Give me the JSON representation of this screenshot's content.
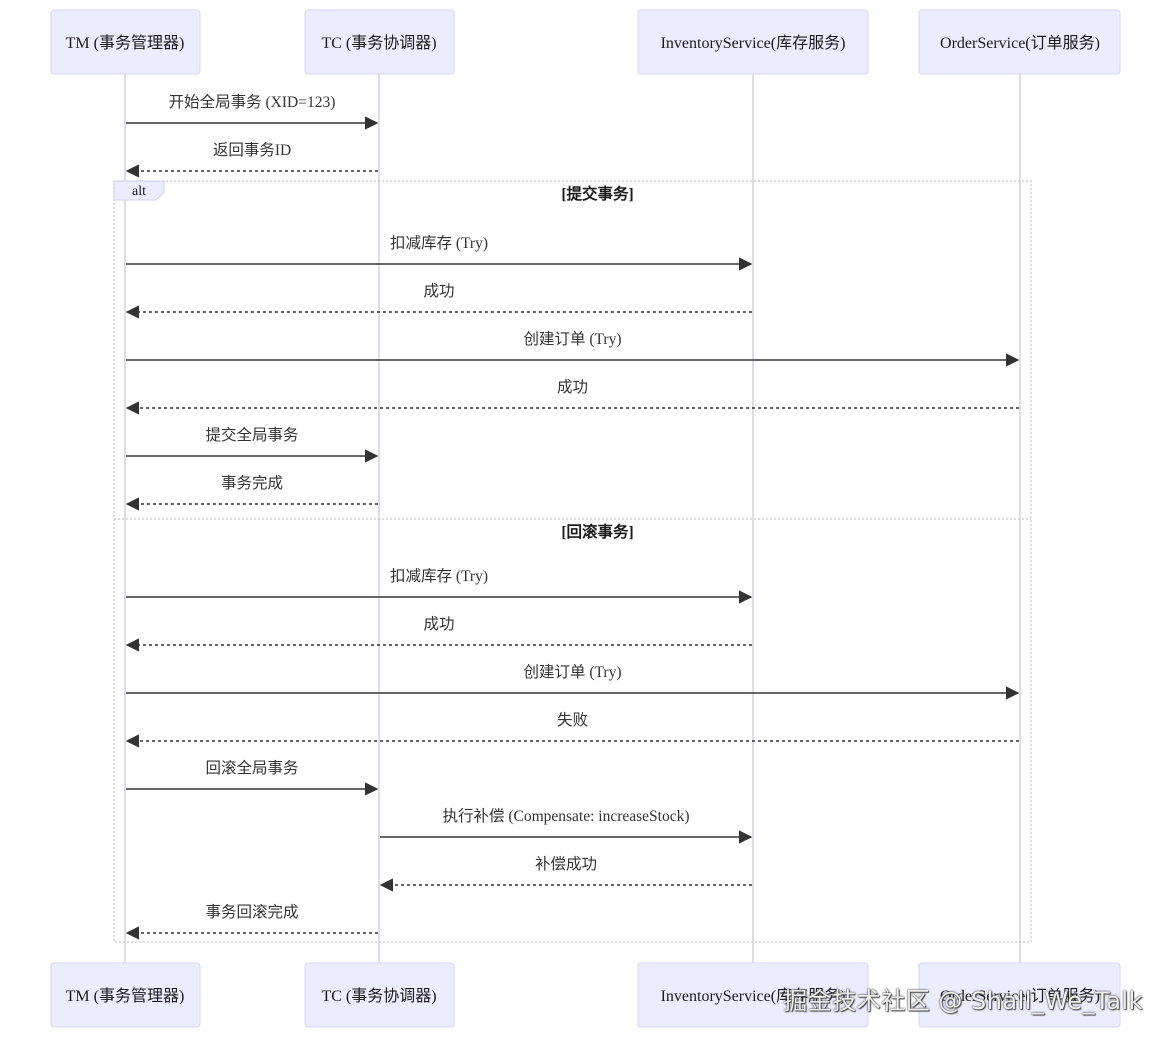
{
  "actors": [
    {
      "id": "tm",
      "label": "TM (事务管理器)"
    },
    {
      "id": "tc",
      "label": "TC (事务协调器)"
    },
    {
      "id": "inv",
      "label": "InventoryService(库存服务)"
    },
    {
      "id": "ord",
      "label": "OrderService(订单服务)"
    }
  ],
  "messages_pre": [
    {
      "from": "tm",
      "to": "tc",
      "text": "开始全局事务 (XID=123)",
      "style": "solid"
    },
    {
      "from": "tc",
      "to": "tm",
      "text": "返回事务ID",
      "style": "dashed"
    }
  ],
  "alt": {
    "label": "alt",
    "sections": [
      {
        "title": "[提交事务]",
        "messages": [
          {
            "from": "tm",
            "to": "inv",
            "text": "扣减库存 (Try)",
            "style": "solid"
          },
          {
            "from": "inv",
            "to": "tm",
            "text": "成功",
            "style": "dashed"
          },
          {
            "from": "tm",
            "to": "ord",
            "text": "创建订单 (Try)",
            "style": "solid"
          },
          {
            "from": "ord",
            "to": "tm",
            "text": "成功",
            "style": "dashed"
          },
          {
            "from": "tm",
            "to": "tc",
            "text": "提交全局事务",
            "style": "solid"
          },
          {
            "from": "tc",
            "to": "tm",
            "text": "事务完成",
            "style": "dashed"
          }
        ]
      },
      {
        "title": "[回滚事务]",
        "messages": [
          {
            "from": "tm",
            "to": "inv",
            "text": "扣减库存 (Try)",
            "style": "solid"
          },
          {
            "from": "inv",
            "to": "tm",
            "text": "成功",
            "style": "dashed"
          },
          {
            "from": "tm",
            "to": "ord",
            "text": "创建订单 (Try)",
            "style": "solid"
          },
          {
            "from": "ord",
            "to": "tm",
            "text": "失败",
            "style": "dashed"
          },
          {
            "from": "tm",
            "to": "tc",
            "text": "回滚全局事务",
            "style": "solid"
          },
          {
            "from": "tc",
            "to": "inv",
            "text": "执行补偿 (Compensate: increaseStock)",
            "style": "solid"
          },
          {
            "from": "inv",
            "to": "tc",
            "text": "补偿成功",
            "style": "dashed"
          },
          {
            "from": "tc",
            "to": "tm",
            "text": "事务回滚完成",
            "style": "dashed"
          }
        ]
      }
    ]
  },
  "watermark": "掘金技术社区 @ Shall_We_Talk",
  "colors": {
    "actor_fill": "#ececff",
    "actor_border": "#d6d6f5",
    "lifeline": "#d0d0f0",
    "arrow": "#333333"
  }
}
